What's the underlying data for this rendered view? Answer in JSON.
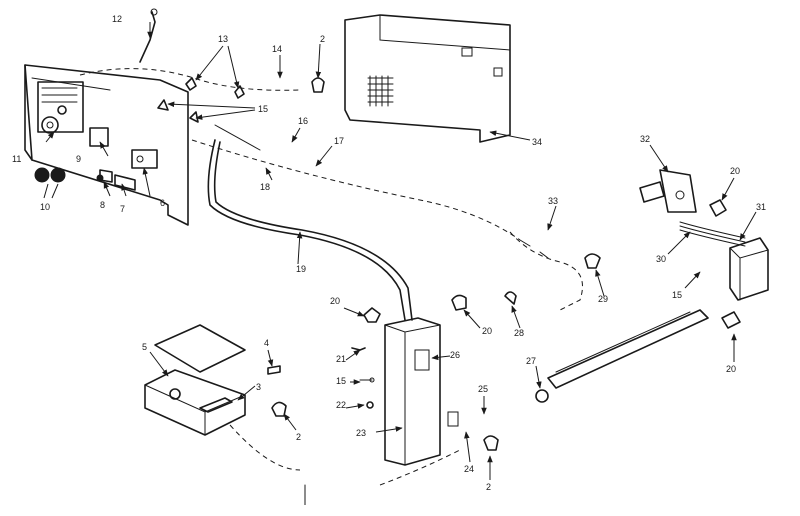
{
  "callouts": {
    "c2": "2",
    "c3": "3",
    "c4": "4",
    "c5": "5",
    "c6": "6",
    "c7": "7",
    "c8": "8",
    "c9": "9",
    "c10": "10",
    "c11": "11",
    "c12": "12",
    "c13": "13",
    "c14": "14",
    "c15": "15",
    "c16": "16",
    "c17": "17",
    "c18": "18",
    "c19": "19",
    "c20": "20",
    "c21": "21",
    "c22": "22",
    "c23": "23",
    "c24": "24",
    "c25": "25",
    "c26": "26",
    "c27": "27",
    "c28": "28",
    "c29": "29",
    "c30": "30",
    "c31": "31",
    "c32": "32",
    "c33": "33",
    "c34": "34"
  }
}
